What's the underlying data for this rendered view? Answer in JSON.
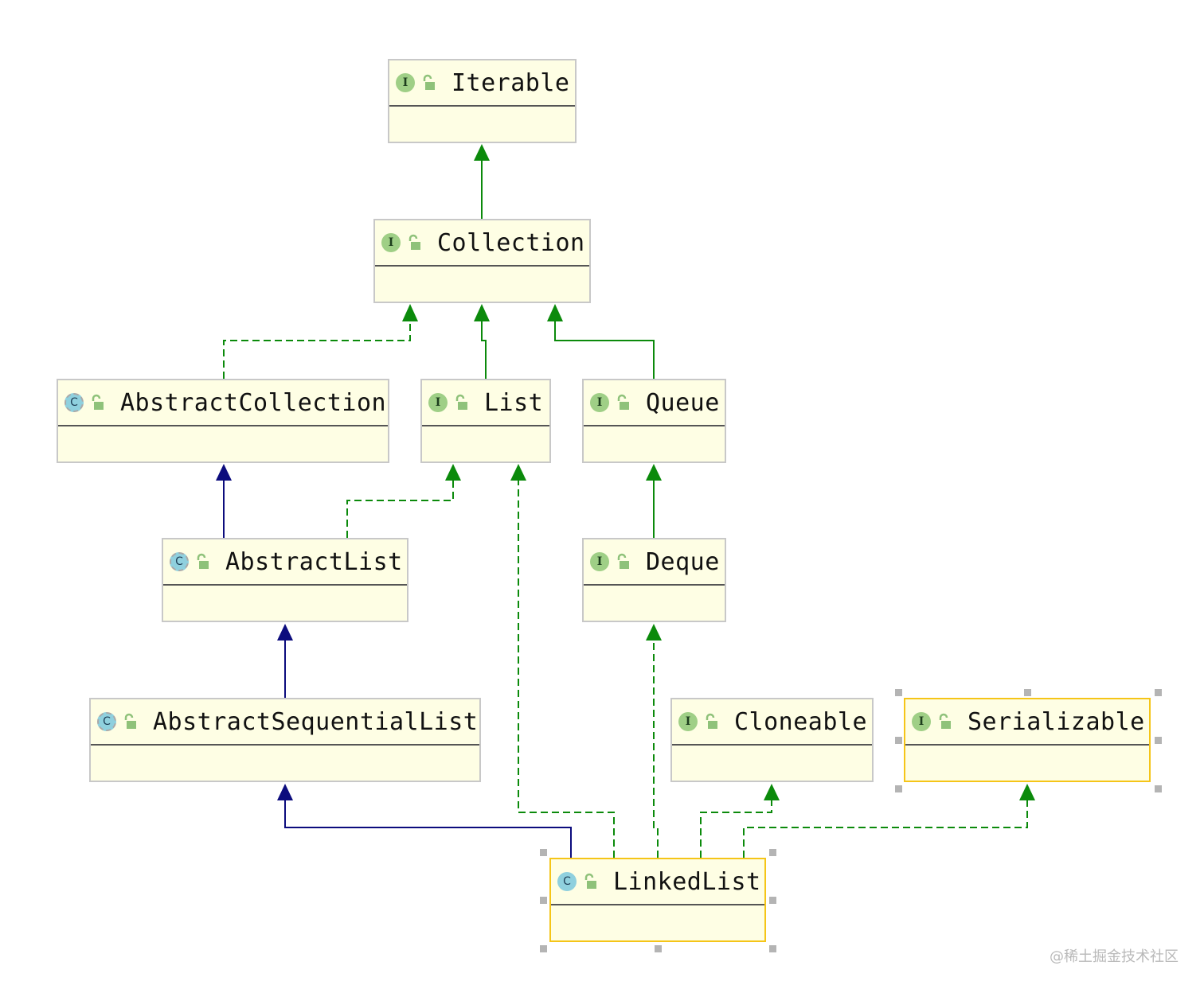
{
  "diagram": {
    "nodes": [
      {
        "id": "iterable",
        "kind": "interface",
        "badge": "I",
        "name": "Iterable"
      },
      {
        "id": "collection",
        "kind": "interface",
        "badge": "I",
        "name": "Collection"
      },
      {
        "id": "abstractcollection",
        "kind": "abstract-class",
        "badge": "C",
        "name": "AbstractCollection"
      },
      {
        "id": "list",
        "kind": "interface",
        "badge": "I",
        "name": "List"
      },
      {
        "id": "queue",
        "kind": "interface",
        "badge": "I",
        "name": "Queue"
      },
      {
        "id": "abstractlist",
        "kind": "abstract-class",
        "badge": "C",
        "name": "AbstractList"
      },
      {
        "id": "deque",
        "kind": "interface",
        "badge": "I",
        "name": "Deque"
      },
      {
        "id": "abstractsequentiallist",
        "kind": "abstract-class",
        "badge": "C",
        "name": "AbstractSequentialList"
      },
      {
        "id": "cloneable",
        "kind": "interface",
        "badge": "I",
        "name": "Cloneable"
      },
      {
        "id": "serializable",
        "kind": "interface",
        "badge": "I",
        "name": "Serializable"
      },
      {
        "id": "linkedlist",
        "kind": "class",
        "badge": "C",
        "name": "LinkedList"
      }
    ],
    "edges": [
      {
        "from": "collection",
        "to": "iterable",
        "type": "extends"
      },
      {
        "from": "abstractcollection",
        "to": "collection",
        "type": "implements"
      },
      {
        "from": "list",
        "to": "collection",
        "type": "extends"
      },
      {
        "from": "queue",
        "to": "collection",
        "type": "extends"
      },
      {
        "from": "abstractlist",
        "to": "abstractcollection",
        "type": "class-extends"
      },
      {
        "from": "abstractlist",
        "to": "list",
        "type": "implements"
      },
      {
        "from": "deque",
        "to": "queue",
        "type": "extends"
      },
      {
        "from": "abstractsequentiallist",
        "to": "abstractlist",
        "type": "class-extends"
      },
      {
        "from": "linkedlist",
        "to": "abstractsequentiallist",
        "type": "class-extends"
      },
      {
        "from": "linkedlist",
        "to": "list",
        "type": "implements"
      },
      {
        "from": "linkedlist",
        "to": "deque",
        "type": "implements"
      },
      {
        "from": "linkedlist",
        "to": "cloneable",
        "type": "implements"
      },
      {
        "from": "linkedlist",
        "to": "serializable",
        "type": "implements"
      }
    ],
    "selected": [
      "linkedlist",
      "serializable"
    ],
    "colors": {
      "interface_edge": "#0b8a0b",
      "class_edge": "#0c0c7d",
      "node_fill": "#fefee4",
      "selection_border": "#f5c518"
    }
  },
  "watermark": "@稀土掘金技术社区"
}
